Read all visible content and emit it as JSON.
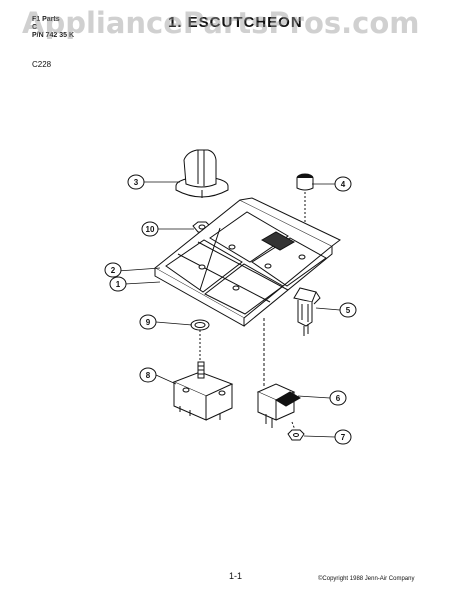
{
  "header": {
    "line1": "F1  Parts",
    "line2": "C",
    "line3": "P/N 742 35 K",
    "title": "1.  ESCUTCHEON",
    "model": "C228"
  },
  "watermark": "AppliancePartsPros.com",
  "footer": {
    "page": "1-1",
    "copyright": "©Copyright 1988 Jenn-Air Company"
  },
  "callouts": [
    {
      "id": "callout-1",
      "label": "1"
    },
    {
      "id": "callout-2",
      "label": "2"
    },
    {
      "id": "callout-3",
      "label": "3"
    },
    {
      "id": "callout-4",
      "label": "4"
    },
    {
      "id": "callout-5",
      "label": "5"
    },
    {
      "id": "callout-6",
      "label": "6"
    },
    {
      "id": "callout-7",
      "label": "7"
    },
    {
      "id": "callout-8",
      "label": "8"
    },
    {
      "id": "callout-9",
      "label": "9"
    },
    {
      "id": "callout-10",
      "label": "10"
    }
  ]
}
